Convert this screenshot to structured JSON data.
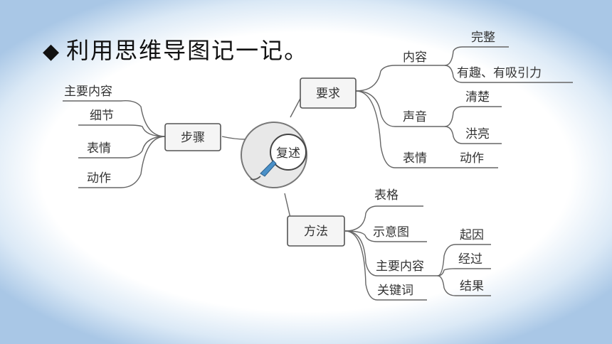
{
  "title": {
    "bullet": "◆",
    "text": "利用思维导图记一记。"
  },
  "center": {
    "label": "复述"
  },
  "nodes": {
    "steps": {
      "label": "步骤",
      "children": [
        "主要内容",
        "细节",
        "表情",
        "动作"
      ]
    },
    "requirements": {
      "label": "要求",
      "content": {
        "label": "内容",
        "children": [
          "完整",
          "有趣、有吸引力"
        ]
      },
      "voice": {
        "label": "声音",
        "children": [
          "清楚",
          "洪亮"
        ]
      },
      "expression": {
        "label": "表情",
        "extra": "动作"
      }
    },
    "methods": {
      "label": "方法",
      "table": "表格",
      "diagram": "示意图",
      "main": {
        "label": "主要内容",
        "children": [
          "起因",
          "经过",
          "结果"
        ]
      },
      "keywords": "关键词"
    }
  }
}
